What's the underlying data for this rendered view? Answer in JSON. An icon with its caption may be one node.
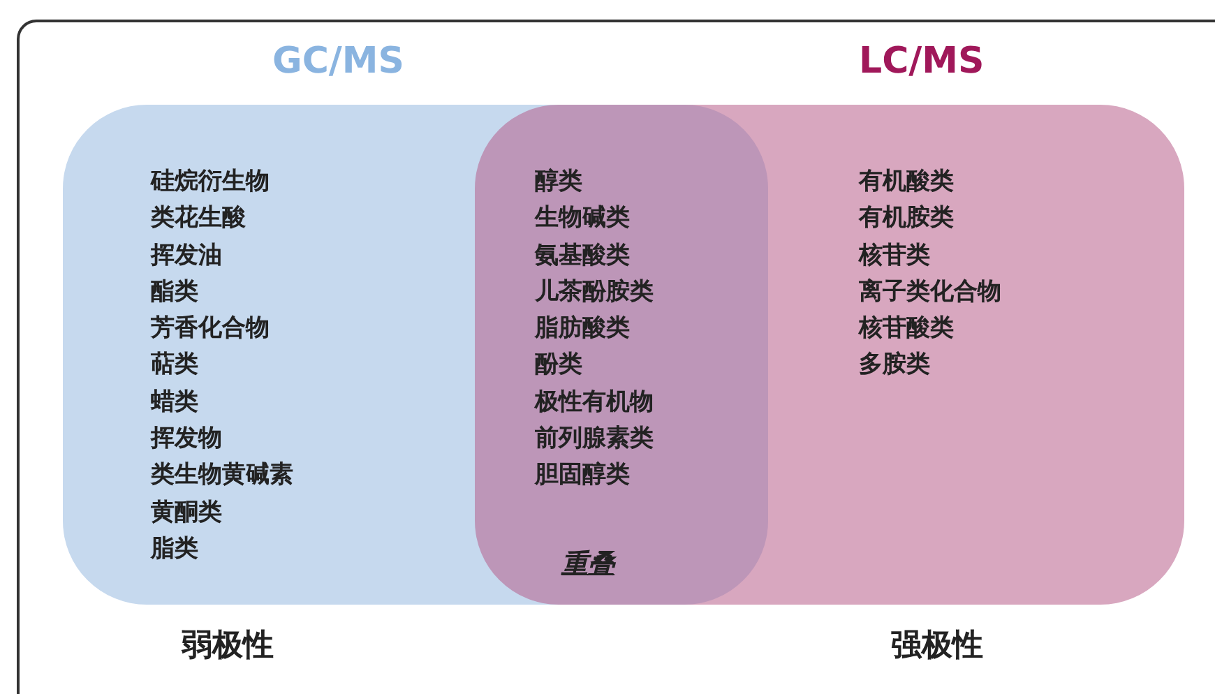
{
  "diagram": {
    "nodes": [
      {
        "text": [
          "GC/MS",
          "硅烷衍生物",
          "类花生酸",
          "挥发油",
          "酯类",
          "芳香化合物",
          "萜类",
          "蜡类",
          "挥发物",
          "类生物黄碱素",
          "黄酮类",
          "脂类"
        ],
        "beside": [
          "弱极性"
        ]
      },
      {
        "text": [
          "LC/MS",
          "有机酸类",
          "有机胺类",
          "核苷类",
          "离子类化合物",
          "核苷酸类",
          "多胺类"
        ],
        "beside": [
          "强极性"
        ]
      },
      {
        "text": [
          "醇类",
          "生物碱类",
          "氨基酸类",
          "儿茶酚胺类",
          "脂肪酸类",
          "酚类",
          "极性有机物",
          "前列腺素类",
          "胆固醇类",
          "重叠"
        ]
      }
    ]
  }
}
